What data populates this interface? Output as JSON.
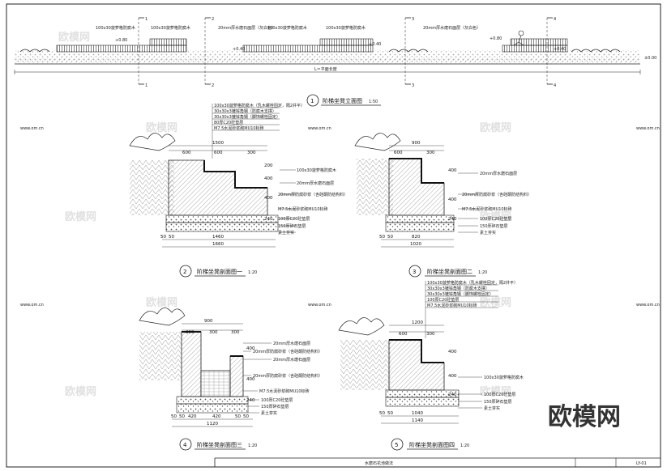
{
  "sheet": {
    "drawing_name": "水磨石花池做法",
    "drawing_no": "LY-01",
    "logo_text": "欧模网",
    "watermark": "欧模网",
    "watermark_url": "www.om.cn"
  },
  "elevation": {
    "title": "阶梯坐凳立面图",
    "scale": "1:50",
    "circle_no": "1",
    "section_marks": [
      "1",
      "2",
      "3",
      "4"
    ],
    "notes": [
      "100x30菠萝格防腐木",
      "100x30菠萝格防腐木",
      "20mm厚水磨石面层（灰白色）",
      "100x30菠萝格防腐木",
      "100x30菠萝格防腐木",
      "20mm厚水磨石面层（灰白色）"
    ],
    "elevations": [
      "+0.80",
      "+0.40",
      "+0.40",
      "+0.80",
      "+0.40",
      "±0.00"
    ],
    "length_label": "L＝平面长度"
  },
  "sections": [
    {
      "no": "2",
      "title": "阶梯坐凳剖面图一",
      "scale": "1:20",
      "notes_top": [
        "100x30菠萝格防腐木（乳木螺栓固定，隔2并平）",
        "30x30x3镀锌角钢（防腐木支撑）",
        "30x30x3镀锌角钢（脚饰螺栓固定）",
        "80厚C20砼垫层",
        "M7.5水泥砂浆砌MU10标砖"
      ],
      "notes_side": [
        "100x30菠萝格防腐木",
        "20mm厚水磨石面层",
        "20mm厚防腐砂浆（含硅酮防结构料）",
        "M7.5水泥砂浆砌MU10标砖",
        "100厚C20砼垫层",
        "150厚碎石垫层",
        "素土夯实"
      ],
      "dims_top": [
        "1500",
        "600",
        "600",
        "300"
      ],
      "dims_bottom": [
        "50",
        "50",
        "1460",
        "1660"
      ],
      "dims_side": [
        "200",
        "400",
        "400",
        "240"
      ]
    },
    {
      "no": "3",
      "title": "阶梯坐凳剖面图二",
      "scale": "1:20",
      "notes_side": [
        "20mm厚水磨石面层",
        "20mm厚防腐砂浆（含硅酮防结构料）",
        "M7.5水泥砂浆砌MU10标砖",
        "100厚C20砼垫层",
        "150厚碎石垫层",
        "素土夯实"
      ],
      "dims_top": [
        "900",
        "600",
        "300"
      ],
      "dims_bottom": [
        "50",
        "50",
        "820",
        "1020"
      ],
      "dims_side": [
        "400",
        "400",
        "240"
      ]
    },
    {
      "no": "4",
      "title": "阶梯坐凳剖面图三",
      "scale": "1:20",
      "notes_side": [
        "20mm厚水磨石面层",
        "20mm厚防腐砂浆（含硅酮防结构料）",
        "20mm厚水磨石面层",
        "20mm厚防腐砂浆（含硅酮防结构料）",
        "M7.5水泥砂浆砌MU10标砖",
        "100厚C20砼垫层",
        "150厚碎石垫层",
        "素土夯实"
      ],
      "dims_top": [
        "900",
        "300",
        "300",
        "300"
      ],
      "dims_bottom": [
        "50",
        "50",
        "420",
        "420",
        "50",
        "50",
        "1120"
      ],
      "dims_side": [
        "400",
        "400",
        "240"
      ]
    },
    {
      "no": "5",
      "title": "阶梯坐凳剖面图四",
      "scale": "1:20",
      "notes_top": [
        "100x30菠萝格防腐木（乳木螺栓固定，隔2并平）",
        "30x30x3镀锌角钢（防腐木支撑）",
        "30x30x3镀锌角钢（脚饰螺栓固定）",
        "100厚C20砼垫层",
        "M7.5水泥砂浆砌MU10标砖"
      ],
      "notes_side": [
        "100x30菠萝格防腐木",
        "100厚C20砼垫层",
        "150厚碎石垫层",
        "素土夯实"
      ],
      "dims_top": [
        "1200",
        "600",
        "300"
      ],
      "dims_bottom": [
        "50",
        "50",
        "1040",
        "1140"
      ],
      "dims_side": [
        "400",
        "400",
        "240"
      ]
    }
  ]
}
